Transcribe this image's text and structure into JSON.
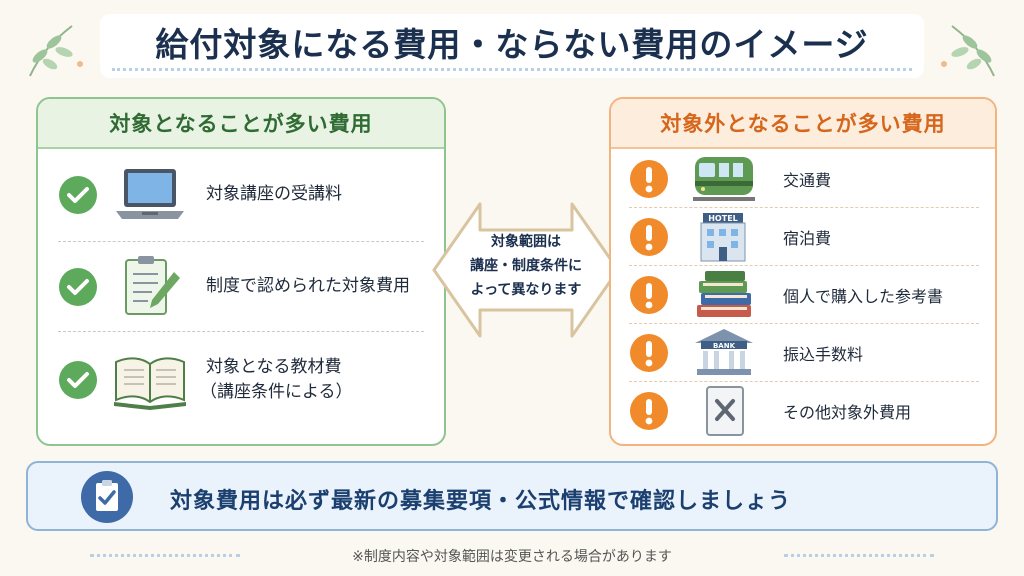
{
  "header": {
    "title": "給付対象になる費用・ならない費用のイメージ"
  },
  "left_panel": {
    "heading": "対象となることが多い費用",
    "items": [
      {
        "icon": "laptop-icon",
        "label": "対象講座の受講料",
        "sublabel": ""
      },
      {
        "icon": "clipboard-pencil-icon",
        "label": "制度で認められた対象費用",
        "sublabel": ""
      },
      {
        "icon": "open-book-icon",
        "label": "対象となる教材費",
        "sublabel": "（講座条件による）"
      }
    ]
  },
  "center": {
    "lines": [
      "対象範囲は",
      "講座・制度条件に",
      "よって異なります"
    ]
  },
  "right_panel": {
    "heading": "対象外となることが多い費用",
    "items": [
      {
        "icon": "train-icon",
        "label": "交通費"
      },
      {
        "icon": "hotel-icon",
        "label": "宿泊費"
      },
      {
        "icon": "books-icon",
        "label": "個人で購入した参考書"
      },
      {
        "icon": "bank-icon",
        "label": "振込手数料"
      },
      {
        "icon": "cross-document-icon",
        "label": "その他対象外費用"
      }
    ]
  },
  "illustration_text": {
    "hotel": "HOTEL",
    "bank": "BANK"
  },
  "footer": {
    "message": "対象費用は必ず最新の募集要項・公式情報で確認しましょう",
    "note": "※制度内容や対象範囲は変更される場合があります"
  },
  "colors": {
    "left_accent": "#5daa5d",
    "right_accent": "#f08a2a",
    "navy": "#1b2f4e"
  }
}
